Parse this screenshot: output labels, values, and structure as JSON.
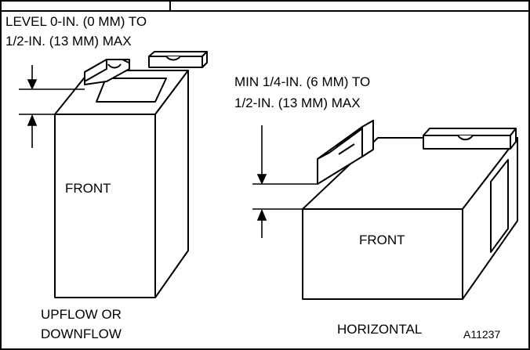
{
  "labels": {
    "upflow_dimension_line1": "LEVEL 0-IN. (0 MM) TO",
    "upflow_dimension_line2": "1/2-IN. (13 MM) MAX",
    "horizontal_dimension_line1": "MIN 1/4-IN. (6 MM) TO",
    "horizontal_dimension_line2": "1/2-IN. (13 MM) MAX",
    "upflow_front": "FRONT",
    "horizontal_front": "FRONT",
    "upflow_caption_line1": "UPFLOW OR",
    "upflow_caption_line2": "DOWNFLOW",
    "horizontal_caption": "HORIZONTAL",
    "figure_id": "A11237"
  },
  "colors": {
    "line": "#000000",
    "background": "#ffffff"
  },
  "icons": {
    "level_tool": "bubble-level-icon",
    "dimension_arrow": "dimension-arrow-icon"
  }
}
